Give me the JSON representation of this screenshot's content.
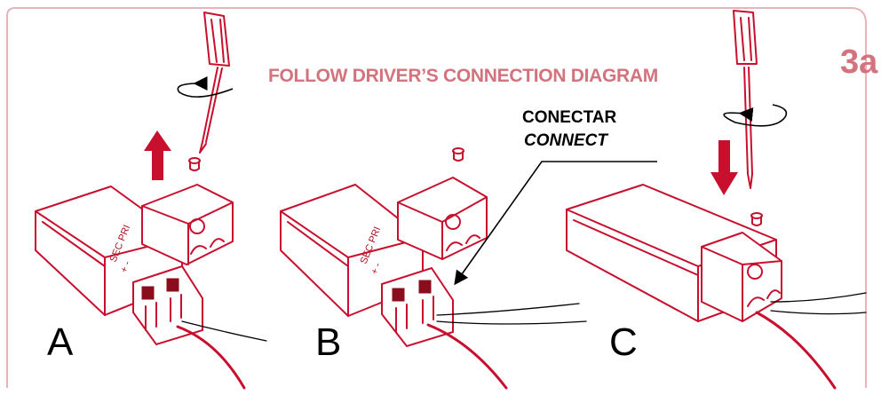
{
  "title": "FOLLOW DRIVER’S CONNECTION DIAGRAM",
  "step": "3a",
  "callout": {
    "line1": "CONECTAR",
    "line2": "CONNECT"
  },
  "panels": [
    {
      "letter": "A",
      "terminal_label_1": "SEC PRI",
      "terminal_label_2": "+ -"
    },
    {
      "letter": "B",
      "terminal_label_1": "SEC PRI",
      "terminal_label_2": "+ -"
    },
    {
      "letter": "C"
    }
  ],
  "colors": {
    "frame": "#e8b3b9",
    "title": "#d2737e",
    "line": "#c8102e",
    "dark": "#8a0d1d"
  },
  "icons": [
    "screwdriver-icon",
    "screw-icon",
    "rotate-arrow-icon",
    "up-arrow-icon",
    "down-arrow-icon",
    "driver-box-icon",
    "terminal-block-icon",
    "cable-icon"
  ]
}
